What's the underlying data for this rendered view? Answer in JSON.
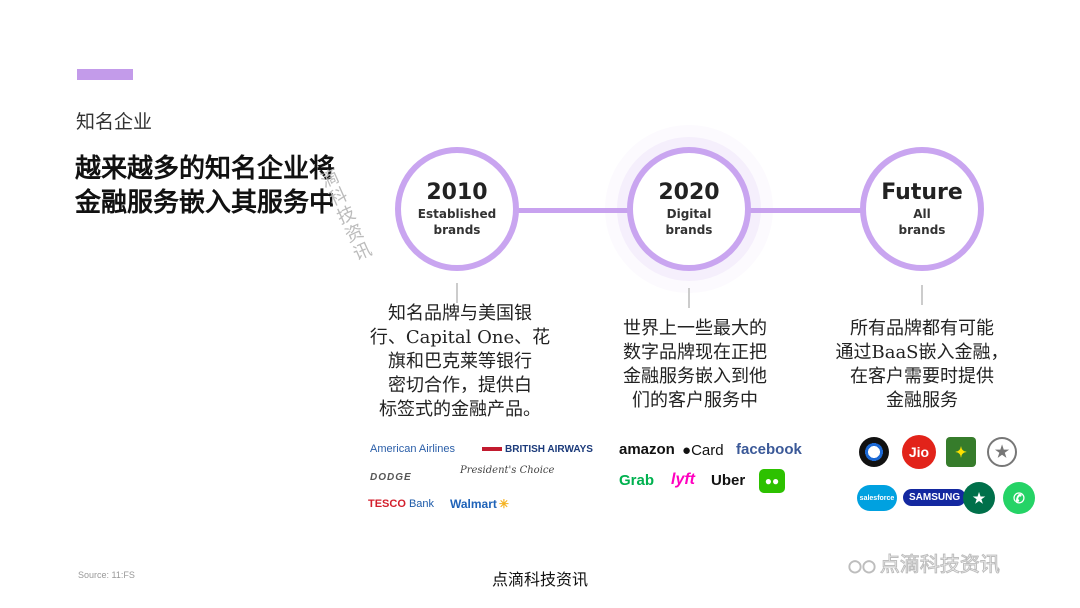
{
  "header": {
    "section_label": "知名企业",
    "headline_line1": "越来越多的知名企业将",
    "headline_line2": "金融服务嵌入其服务中"
  },
  "watermark_vertical": "滴科技资讯",
  "colors": {
    "accent": "#c39bea",
    "timeline": "#c8a2ef"
  },
  "timeline": {
    "milestones": [
      {
        "year": "2010",
        "line1": "Established",
        "line2": "brands"
      },
      {
        "year": "2020",
        "line1": "Digital",
        "line2": "brands"
      },
      {
        "year": "Future",
        "line1": "All",
        "line2": "brands"
      }
    ]
  },
  "descriptions": {
    "d1": [
      "知名品牌与美国银",
      "行、Capital One、花",
      "旗和巴克莱等银行",
      "密切合作，提供白",
      "标签式的金融产品。"
    ],
    "d2": [
      "世界上一些最大的",
      "数字品牌现在正把",
      "金融服务嵌入到他",
      "们的客户服务中"
    ],
    "d3": [
      "所有品牌都有可能",
      "通过BaaS嵌入金融，",
      "在客户需要时提供",
      "金融服务"
    ]
  },
  "logos": {
    "established": {
      "american_airlines": "American Airlines",
      "british_airways": "BRITISH AIRWAYS",
      "dodge": "DODGE",
      "presidents_choice": "President's Choice",
      "tesco": "TESCO",
      "tesco_bank": "Bank",
      "walmart": "Walmart"
    },
    "digital": {
      "amazon": "amazon",
      "apple_card": "Card",
      "facebook": "facebook",
      "grab": "Grab",
      "lyft": "lyft",
      "uber": "Uber"
    },
    "future": {
      "jio": "Jio",
      "samsung": "SAMSUNG",
      "salesforce": "salesforce"
    }
  },
  "footer": {
    "source": "Source: 11:FS",
    "center": "点滴科技资讯",
    "corner_watermark": "点滴科技资讯"
  }
}
